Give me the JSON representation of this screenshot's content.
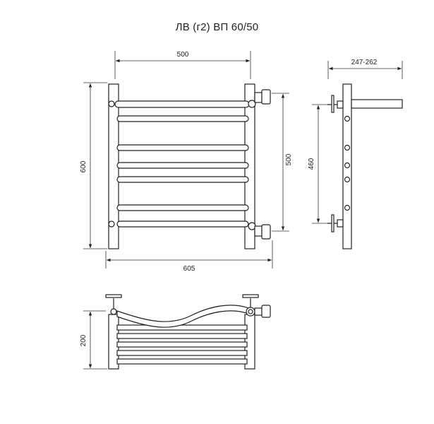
{
  "title": "ЛВ (г2) ВП 60/50",
  "dimensions": {
    "front_width": "500",
    "front_height": "600",
    "connection_distance": "500",
    "overall_width": "605",
    "side_depth": "247-262",
    "side_mount_distance": "460",
    "top_depth": "200"
  },
  "colors": {
    "line": "#222222",
    "fill": "#ffffff",
    "dim": "#333333"
  }
}
